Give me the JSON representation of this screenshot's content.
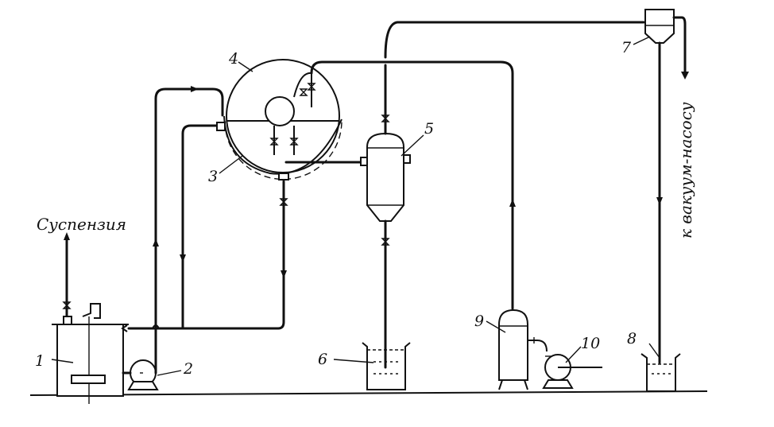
{
  "labels": {
    "feed": "Суспензия",
    "vacuum": "к вакуум-насосу",
    "n1": "1",
    "n2": "2",
    "n3": "3",
    "n4": "4",
    "n5": "5",
    "n6": "6",
    "n7": "7",
    "n8": "8",
    "n9": "9",
    "n10": "10"
  },
  "colors": {
    "ink": "#111111",
    "paper": "#ffffff"
  }
}
